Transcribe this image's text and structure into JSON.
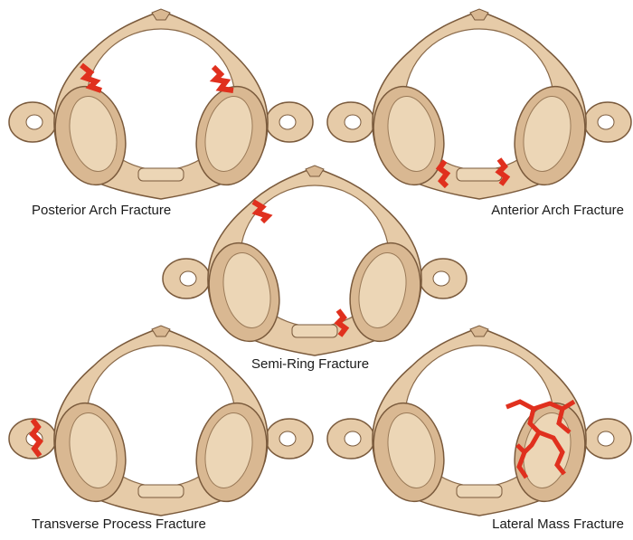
{
  "figures": [
    {
      "id": "posterior-arch",
      "label": "Posterior Arch Fracture"
    },
    {
      "id": "anterior-arch",
      "label": "Anterior Arch Fracture"
    },
    {
      "id": "semi-ring",
      "label": "Semi-Ring Fracture"
    },
    {
      "id": "transverse-process",
      "label": "Transverse Process Fracture"
    },
    {
      "id": "lateral-mass",
      "label": "Lateral Mass Fracture"
    }
  ],
  "colors": {
    "bone": "#e6cba8",
    "bone_shadow": "#c7a27a",
    "outline": "#7a5a3c",
    "fracture": "#e0301e"
  }
}
